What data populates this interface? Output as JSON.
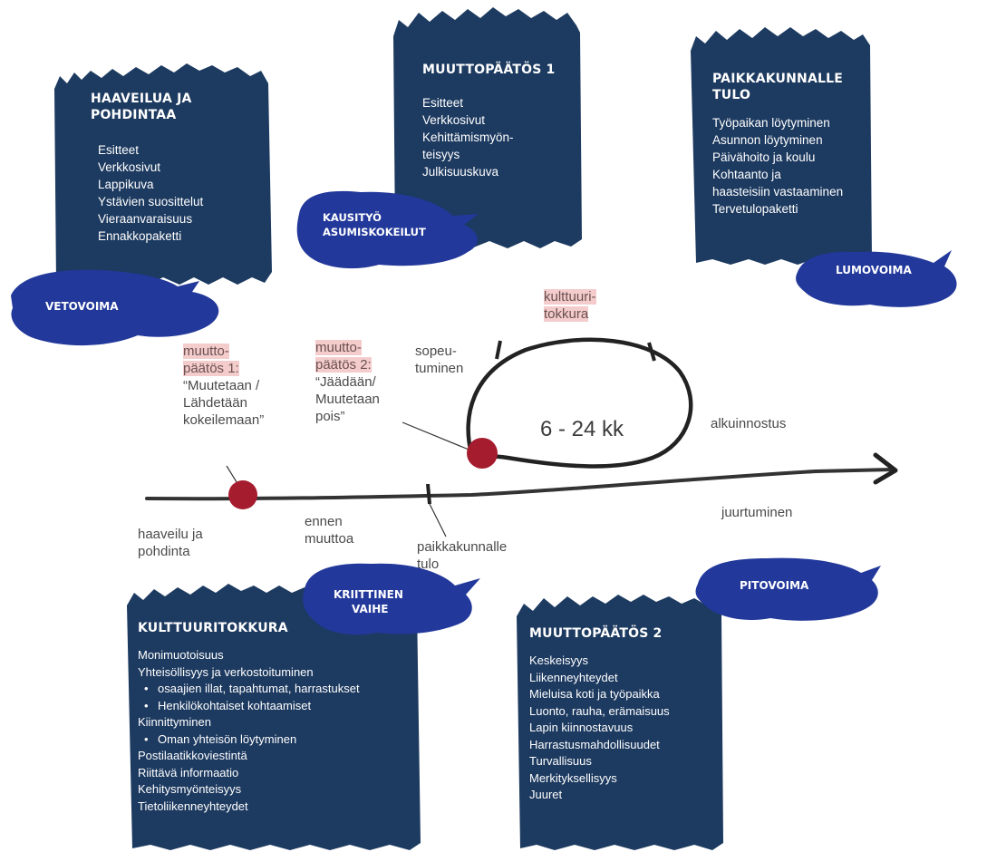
{
  "colors": {
    "navy": "#1d3a60",
    "blue": "#22389a",
    "dot": "#a51c2e",
    "highlight": "#f4cccc"
  },
  "cards": {
    "haaveilua": {
      "title": [
        "HAAVEILUA JA",
        "POHDINTAA"
      ],
      "items": [
        "Esitteet",
        "Verkkosivut",
        "Lappikuva",
        "Ystävien suosittelut",
        "Vieraanvaraisuus",
        "Ennakkopaketti"
      ]
    },
    "muuttopaatos1": {
      "title": [
        "MUUTTOPÄÄTÖS 1"
      ],
      "items": [
        "Esitteet",
        "Verkkosivut",
        "Kehittämismyön-",
        "teisyys",
        "Julkisuuskuva"
      ]
    },
    "paikkakunnalle": {
      "title": [
        "PAIKKAKUNNALLE",
        "TULO"
      ],
      "items": [
        "Työpaikan löytyminen",
        "Asunnon löytyminen",
        "Päivähoito ja koulu",
        "Kohtaanto ja",
        "haasteisiin vastaaminen",
        "Tervetulopaketti"
      ]
    },
    "kulttuuritokkura": {
      "title": [
        "KULTTUURITOKKURA"
      ],
      "items": [
        {
          "text": "Monimuotoisuus",
          "bullet": false
        },
        {
          "text": "Yhteisöllisyys ja verkostoituminen",
          "bullet": false
        },
        {
          "text": "osaajien illat, tapahtumat, harrastukset",
          "bullet": true
        },
        {
          "text": "Henkilökohtaiset kohtaamiset",
          "bullet": true
        },
        {
          "text": "Kiinnittyminen",
          "bullet": false
        },
        {
          "text": "Oman yhteisön löytyminen",
          "bullet": true
        },
        {
          "text": "Postilaatikkoviestintä",
          "bullet": false
        },
        {
          "text": "Riittävä informaatio",
          "bullet": false
        },
        {
          "text": "Kehitysmyönteisyys",
          "bullet": false
        },
        {
          "text": "Tietoliikenneyhteydet",
          "bullet": false
        }
      ]
    },
    "muuttopaatos2": {
      "title": [
        "MUUTTOPÄÄTÖS 2"
      ],
      "items": [
        "Keskeisyys",
        "Liikenneyhteydet",
        "Mieluisa koti ja työpaikka",
        "Luonto, rauha, erämaisuus",
        "Lapin kiinnostavuus",
        "Harrastusmahdollisuudet",
        "Turvallisuus",
        "Merkityksellisyys",
        "Juuret"
      ]
    }
  },
  "badges": {
    "vetovoima": [
      "VETOVOIMA"
    ],
    "kausityo": [
      "KAUSITYÖ",
      "ASUMISKOKEILUT"
    ],
    "lumovoima": [
      "LUMOVOIMA"
    ],
    "kriittinen": [
      "KRIITTINEN",
      "VAIHE"
    ],
    "pitovoima": [
      "PITOVOIMA"
    ]
  },
  "labels": {
    "kulttuuritokkura_hl": [
      "kulttuuri-",
      "tokkura"
    ],
    "muuttopaatos1_hl": [
      "muutto-",
      "päätös 1:"
    ],
    "muuttopaatos1_quote": [
      "“Muutetaan /",
      "Lähdetään",
      "kokeilemaan”"
    ],
    "muuttopaatos2_hl": [
      "muutto-",
      "päätös 2:"
    ],
    "muuttopaatos2_quote": [
      "“Jäädään/",
      "Muutetaan",
      "pois”"
    ],
    "sopeutuminen": [
      "sopeu-",
      "tuminen"
    ],
    "alkuinnostus": "alkuinnostus",
    "duration": "6 - 24 kk",
    "haaveilu": [
      "haaveilu ja",
      "pohdinta"
    ],
    "ennen": [
      "ennen",
      "muuttoa"
    ],
    "paikkakunnalle": [
      "paikkakunnalle",
      "tulo"
    ],
    "juurtuminen": "juurtuminen"
  }
}
